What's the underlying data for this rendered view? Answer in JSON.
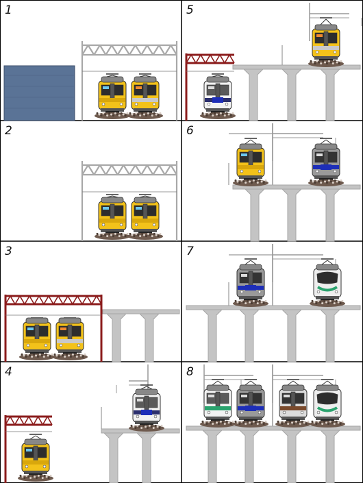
{
  "panels": [
    {
      "label": "1"
    },
    {
      "label": "2"
    },
    {
      "label": "3"
    },
    {
      "label": "4"
    },
    {
      "label": "5"
    },
    {
      "label": "6"
    },
    {
      "label": "7"
    },
    {
      "label": "8"
    }
  ],
  "colors": {
    "border": "#000000",
    "catenary_gray": "#a8a8a8",
    "catenary_red": "#8b1c1c",
    "concrete": "#c4c4c4",
    "concrete_dark": "#a6a6a6",
    "building_blue": "#5a7396",
    "ballast": "#6e5a4e",
    "train_yellow": "#f3c21a",
    "train_silver": "#c8c8c8",
    "train_navy": "#2b2f6e",
    "train_white": "#f2f2f2",
    "train_green": "#2aa36e",
    "window_dark": "#2d2d2d"
  }
}
